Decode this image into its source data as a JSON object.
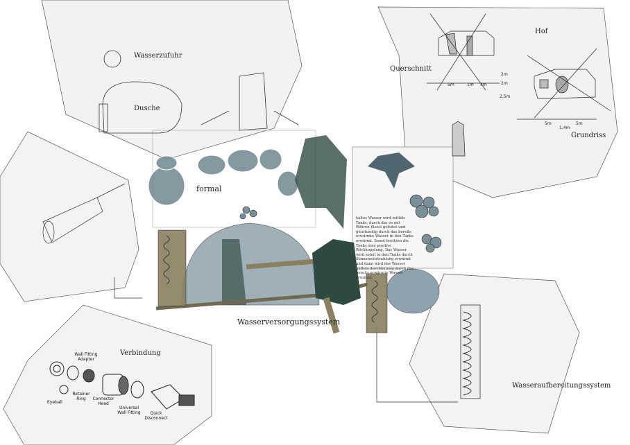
{
  "labels": {
    "wasserzufuhr": "Wasserzufuhr",
    "dusche": "Dusche",
    "querschnitt": "Querschnitt",
    "hof": "Hof",
    "grundriss": "Grundriss",
    "formal": "formal",
    "wasserversorgungssystem": "Wasserversorgungssystem",
    "verbindung": "Verbindung",
    "wasseraufbereitungssystem": "Wasseraufbereitungssystem"
  },
  "connector_parts": {
    "wall_fitting_adapter": "Wall Fitting Adapter",
    "eyeball": "Eyeball",
    "retainer_ring": "Retainer Ring",
    "connector_head": "Connector Head",
    "universal_wall_fitting": "Universal Wall Fitting",
    "quick_disconnect": "Quick Disconnect"
  },
  "dimensions": {
    "section_left": "5m",
    "section_mid": "1m",
    "section_right": "4m",
    "plan_left": "5m",
    "plan_mid": "1,4m",
    "plan_right": "5m",
    "plan_v1": "2m",
    "plan_v2": "2m",
    "plan_v3": "2,5m"
  },
  "description": "kaltes Wasser wird mittels Tanks, durch das es mit Röhren fliesst geleitet und gleichzeitig durch das bereits erwärmte Wasser in den Tanks erwärmt. Somit besitzen die Tanks eine positive Rückkopplung. Das Wasser wird somit in den Tanks durch Sonneneinstrahlung erwärmt und dann wird das Wasser mittels durchleitung durch das bereits erwärmte Wasser erwärmt.",
  "colors": {
    "panel": "#f1f2f1",
    "stone": "#6f8790",
    "dark_green": "#3d5550",
    "dome": "#8fa3ad",
    "tank": "#8a8060"
  }
}
